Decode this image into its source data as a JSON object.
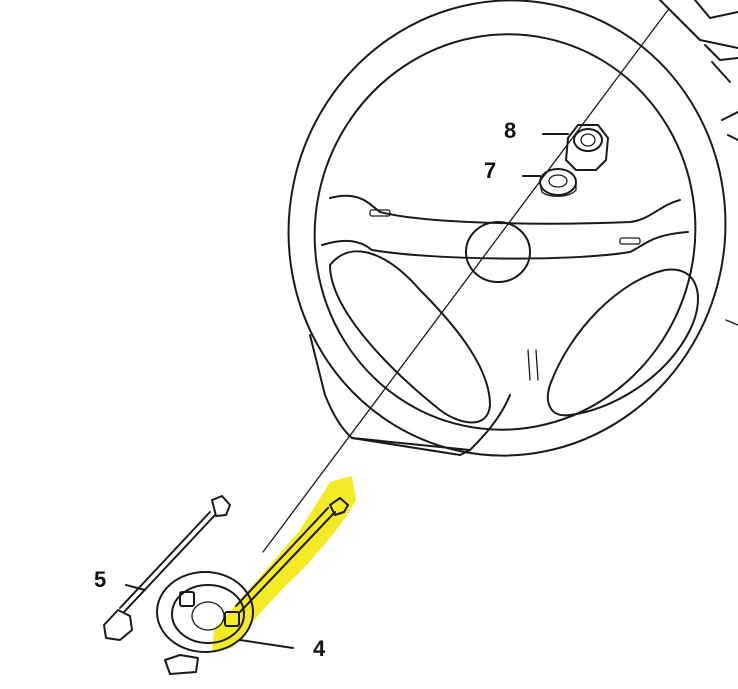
{
  "callouts": {
    "nut": "8",
    "washer": "7",
    "lead": "5",
    "contact_reel": "4"
  },
  "colors": {
    "ink": "#1a1a1a",
    "highlight": "#f2e600",
    "background": "#ffffff"
  }
}
